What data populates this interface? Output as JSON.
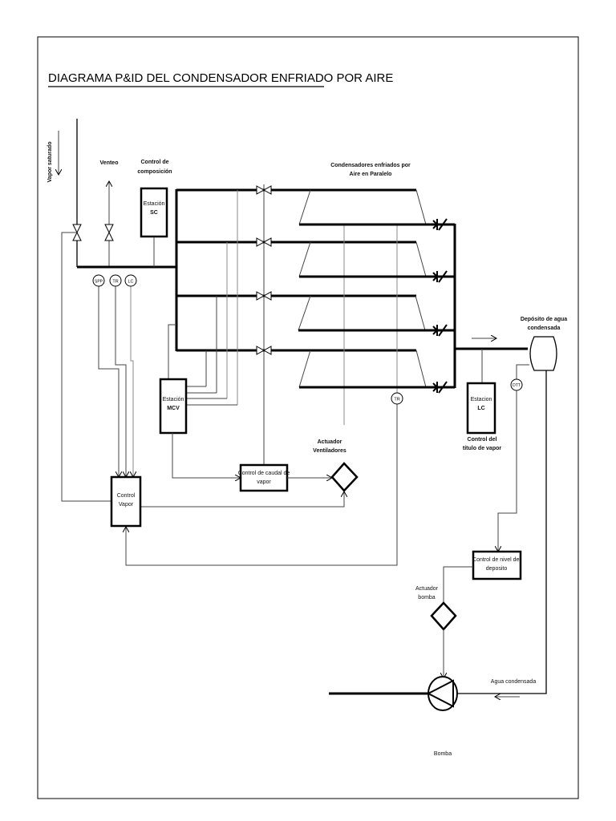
{
  "title": "DIAGRAMA P&ID DEL CONDENSADOR ENFRIADO POR AIRE",
  "labels": {
    "vapor_saturado": "Vapor saturado",
    "venteo": "Venteo",
    "control_composicion": [
      "Control de",
      "composición"
    ],
    "estacion_sc": [
      "Estación",
      "SC"
    ],
    "condensadores": [
      "Condensadores enfriados por",
      "Aire en Paralelo"
    ],
    "deposito": [
      "Depósito de agua",
      "condensada"
    ],
    "estacion_lc": [
      "Estacion",
      "LC"
    ],
    "control_titulo": [
      "Control del",
      "título de vapor"
    ],
    "estacion_mcv": [
      "Estación",
      "MCV"
    ],
    "actuador_ventiladores": [
      "Actuador",
      "Ventiladores"
    ],
    "control_caudal": [
      "Control de caudal de",
      "vapor"
    ],
    "control_vapor": [
      "Control",
      "Vapor"
    ],
    "control_nivel": [
      "Control de nivel del",
      "deposito"
    ],
    "actuador_bomba": [
      "Actuador",
      "bomba"
    ],
    "agua_condensada": "Agua condensada",
    "bomba": "Bomba"
  },
  "instruments": {
    "spp": "SPP",
    "tr_left": "TR",
    "lc": "LC",
    "tr_right": "TR",
    "dtt": "DTT"
  }
}
